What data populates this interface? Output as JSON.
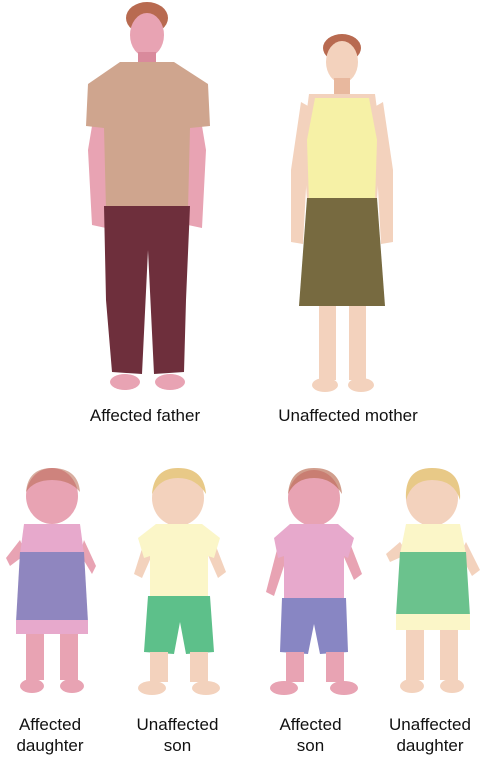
{
  "colors": {
    "affected_skin": "#e8a3b3",
    "affected_skin_shade": "#d98a9c",
    "unaffected_skin": "#f3d2bd",
    "unaffected_skin_shade": "#e8b89e",
    "father_shirt": "#cfa58e",
    "father_pants": "#6e2f3c",
    "mother_top": "#f6f1a6",
    "mother_skirt": "#776a40",
    "girl1_top": "#e7a9cc",
    "girl1_dress": "#8f86bf",
    "boy_shirt": "#fbf6c8",
    "boy_shorts": "#5dc08a",
    "son2_shirt": "#e7a9cc",
    "son2_shorts": "#8886c3",
    "girl2_top": "#fbf6c8",
    "girl2_dress": "#6bc28d",
    "hair_brown": "#b86a50",
    "hair_blond": "#e8c987"
  },
  "labels": {
    "father": "Affected father",
    "mother": "Unaffected mother",
    "affected_daughter_1": "Affected",
    "affected_daughter_2": "daughter",
    "unaffected_son_1": "Unaffected",
    "unaffected_son_2": "son",
    "affected_son_1": "Affected",
    "affected_son_2": "son",
    "unaffected_daughter_1": "Unaffected",
    "unaffected_daughter_2": "daughter"
  }
}
